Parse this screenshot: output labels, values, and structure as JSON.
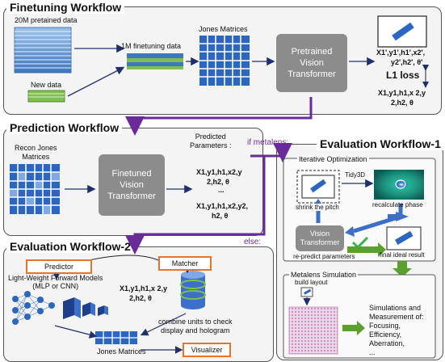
{
  "finetuning": {
    "title": "Finetuning Workflow",
    "pretrained_label": "20M pretained data",
    "new_data_label": "New data",
    "finetuning_data_label": "1M finetuning data",
    "jones_label": "Jones Matrices",
    "model_label": "Pretrained\nVision\nTransformer",
    "pred_line1": "X1',y1',h1',x2',",
    "pred_line2": "y2',h2', θ'",
    "loss_label": "L1 loss",
    "gt_line1": "X1,y1,h1,x 2,y",
    "gt_line2": "2,h2, θ"
  },
  "prediction": {
    "title": "Prediction Workflow",
    "recon_label": "Recon Jones\nMatrices",
    "model_label": "Finetuned\nVision\nTransformer",
    "predicted_label": "Predicted\nParameters :",
    "params_line1": "X1,y1,h1,x2,y",
    "params_line2": "2,h2, θ",
    "ellipsis": "...",
    "params_line3": "X1,y1,h1,x2,y2,",
    "params_line4": "h2, θ",
    "branch_if": "if metalens:",
    "branch_else": "else:"
  },
  "evaluation1": {
    "title": "Evaluation Workflow-1",
    "iter_title": "Iterative Optimization",
    "tidy_label": "Tidy3D",
    "shrink_label": "shrink the pitch",
    "recalc_label": "recalculate phase",
    "model_label": "Vision\nTransformer",
    "repredict_label": "re-predict parameters",
    "final_label": "final ideal result",
    "sim_title": "Metalens Simulation",
    "build_label": "build layout",
    "sim_text": "Simulations and\nMeasurement of:\nFocusing,\nEfficiency,\nAberration,\n..."
  },
  "evaluation2": {
    "title": "Evaluation Workflow-2",
    "predictor_label": "Predictor",
    "matcher_label": "Matcher",
    "models_label": "Light-Weight Forward Models\n(MLP or CNN)",
    "params_line1": "X1,y1,h1,x 2,y",
    "params_line2": "2,h2, θ",
    "combine_label": "combine units to check\ndisplay and hologram",
    "jones_label": "Jones Matrices",
    "visualizer_label": "Visualizer"
  },
  "colors": {
    "arrow": "#1f2f6e",
    "purple": "#6a2a9a",
    "green": "#5aa02c",
    "blue": "#3b6fc8",
    "orange": "#e8742a"
  }
}
